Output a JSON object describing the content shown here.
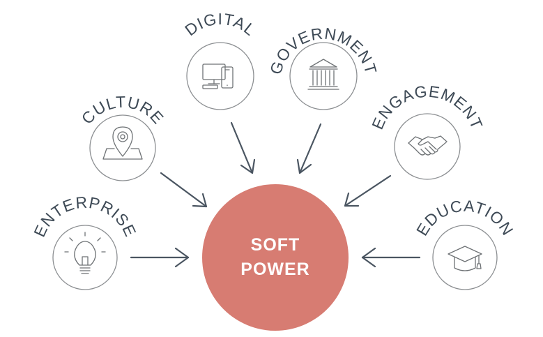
{
  "center": {
    "line1": "SOFT",
    "line2": "POWER",
    "color": "#d77c72"
  },
  "colors": {
    "text": "#3e4a56",
    "ring": "#8c8f92",
    "arrow": "#4a5561"
  },
  "nodes": [
    {
      "id": "enterprise",
      "label": "ENTERPRISE",
      "icon": "lightbulb-icon"
    },
    {
      "id": "culture",
      "label": "CULTURE",
      "icon": "map-pin-icon"
    },
    {
      "id": "digital",
      "label": "DIGITAL",
      "icon": "desktop-devices-icon"
    },
    {
      "id": "government",
      "label": "GOVERNMENT",
      "icon": "government-building-icon"
    },
    {
      "id": "engagement",
      "label": "ENGAGEMENT",
      "icon": "handshake-icon"
    },
    {
      "id": "education",
      "label": "EDUCATION",
      "icon": "graduation-cap-icon"
    }
  ]
}
